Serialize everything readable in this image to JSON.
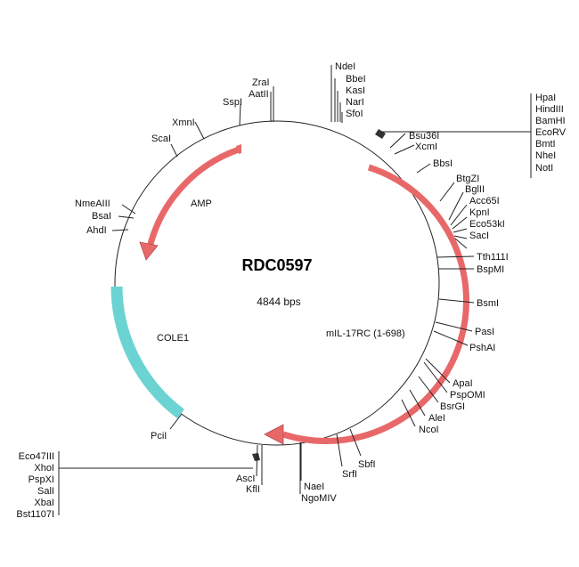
{
  "plasmid": {
    "name": "RDC0597",
    "size_label": "4844 bps"
  },
  "features": [
    {
      "key": "amp",
      "label": "AMP",
      "color": "#e8686a"
    },
    {
      "key": "mil17",
      "label": "mIL-17RC (1-698)",
      "color": "#e8686a"
    },
    {
      "key": "cole1",
      "label": "COLE1",
      "color": "#6cd3d3"
    }
  ],
  "sites": {
    "ndei": "NdeI",
    "bbei": "BbeI",
    "kasi": "KasI",
    "nari": "NarI",
    "sfoi": "SfoI",
    "zrai": "ZraI",
    "aatii": "AatII",
    "sspi": "SspI",
    "xmni": "XmnI",
    "scai": "ScaI",
    "nmeaiii": "NmeAIII",
    "bsai": "BsaI",
    "ahdi": "AhdI",
    "hpai": "HpaI",
    "hindiii": "HindIII",
    "bamhi": "BamHI",
    "ecorv": "EcoRV",
    "bmti": "BmtI",
    "nhei": "NheI",
    "noti": "NotI",
    "bsu36i": "Bsu36I",
    "xcmi": "XcmI",
    "bbsi": "BbsI",
    "btgzi": "BtgZI",
    "bglii": "BglII",
    "acc65i": "Acc65I",
    "kpni": "KpnI",
    "eco53ki": "Eco53kI",
    "saci": "SacI",
    "tth111i": "Tth111I",
    "bspmi": "BspMI",
    "bsmi": "BsmI",
    "pasi": "PasI",
    "pshai": "PshAI",
    "apai": "ApaI",
    "pspomi": "PspOMI",
    "bsrgi": "BsrGI",
    "alei": "AleI",
    "ncoi": "NcoI",
    "sbfi": "SbfI",
    "srfi": "SrfI",
    "naei": "NaeI",
    "ngomiv": "NgoMIV",
    "asci": "AscI",
    "kfli": "KflI",
    "pcii": "PciI",
    "eco47iii": "Eco47III",
    "xhoi": "XhoI",
    "pspxi": "PspXI",
    "sali": "SalI",
    "xbai": "XbaI",
    "bst1107i": "Bst1107I"
  }
}
